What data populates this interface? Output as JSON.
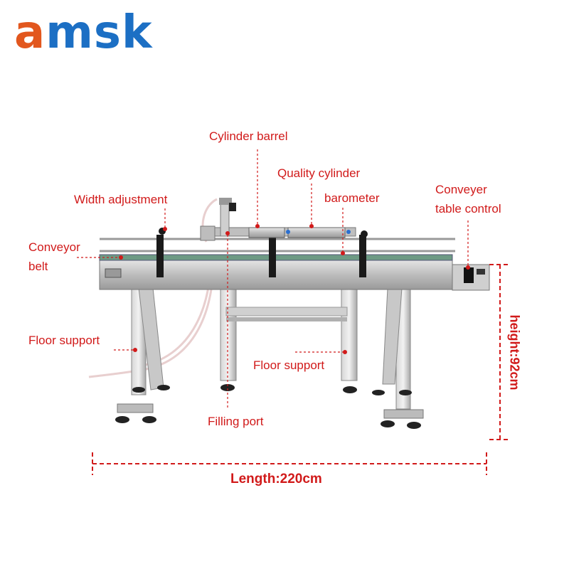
{
  "brand": {
    "logo_first": "a",
    "logo_rest": "msk",
    "colors": {
      "orange": "#e2571e",
      "blue": "#1c6fc4"
    }
  },
  "accent_color": "#d11a1a",
  "labels": {
    "cylinder_barrel": "Cylinder barrel",
    "quality_cylinder": "Quality cylinder",
    "barometer": "barometer",
    "width_adjustment": "Width adjustment",
    "conveyer_control_1": "Conveyer",
    "conveyer_control_2": "table control",
    "conveyor_belt_1": "Conveyor",
    "conveyor_belt_2": "belt",
    "floor_support_left": "Floor support",
    "floor_support_right": "Floor support",
    "filling_port": "Filling port"
  },
  "dimensions": {
    "length": "Length:220cm",
    "height": "height:92cm"
  }
}
